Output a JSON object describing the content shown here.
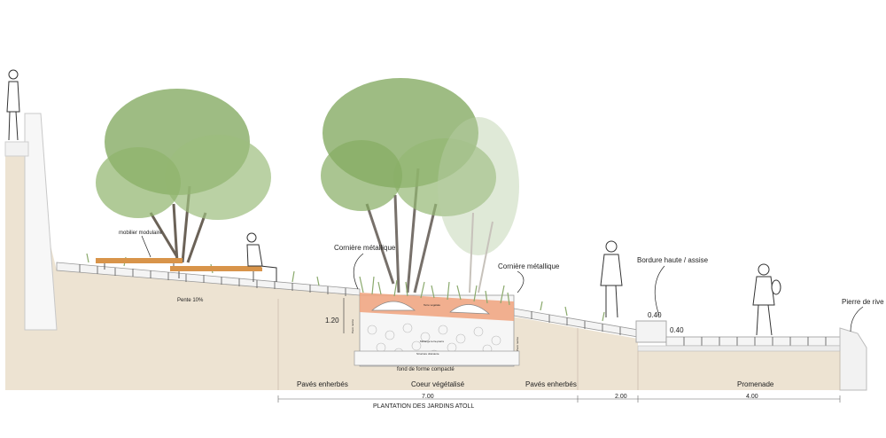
{
  "labels": {
    "mobilier": "mobilier modulaire",
    "corniere_left": "Cornière métallique",
    "corniere_right": "Cornière métallique",
    "bordure": "Bordure haute / assise",
    "pierre": "Pierre de rive",
    "pente": "Pente 10%",
    "h120": "1.20",
    "h040a": "0.40",
    "h040b": "0.40",
    "terre_vegetale": "Terre végétale",
    "melange": "Mélange terre-pierre",
    "structure": "Structure drainante",
    "fond": "fond de forme compacté",
    "paroi_left": "Paroi racine",
    "paroi_right": "Paroi racine"
  },
  "zones": {
    "pave_left": "Pavés enherbés",
    "coeur": "Coeur végétalisé",
    "pave_right": "Pavés enherbés",
    "promenade": "Promenade"
  },
  "dimensions": {
    "d1": "7.00",
    "d2": "2.00",
    "d3": "4.00"
  },
  "caption": "PLANTATION DES JARDINS ATOLL",
  "colors": {
    "soil": "#ede3d2",
    "soil_line": "#cbbfae",
    "wall": "#f5f5f5",
    "orange": "#f0a27c",
    "foliage": "#7ea55a",
    "foliage_light": "#b9cfa6",
    "bench": "#d8944a"
  }
}
